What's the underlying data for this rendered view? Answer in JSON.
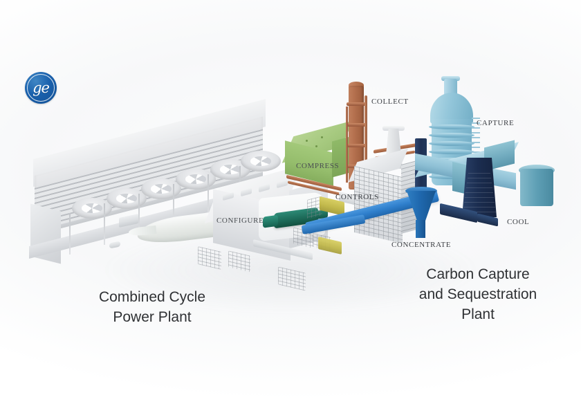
{
  "brand": {
    "logo_name": "ge-monogram",
    "logo_text": "ge",
    "logo_color": "#1a61ad"
  },
  "scene": {
    "title_left": "Combined Cycle\nPower Plant",
    "title_right": "Carbon Capture\nand Sequestration\nPlant",
    "background_color": "#ffffff"
  },
  "callouts": [
    {
      "id": "configure",
      "label": "CONFIGURE",
      "color": "#4a4e52"
    },
    {
      "id": "compress",
      "label": "COMPRESS",
      "color": "#4a4e52"
    },
    {
      "id": "collect",
      "label": "COLLECT",
      "color": "#3c3f44"
    },
    {
      "id": "controls",
      "label": "CONTROLS",
      "color": "#3c3f44"
    },
    {
      "id": "capture",
      "label": "CAPTURE",
      "color": "#3c3f44"
    },
    {
      "id": "concentrate",
      "label": "CONCENTRATE",
      "color": "#3c3f44"
    },
    {
      "id": "cool",
      "label": "COOL",
      "color": "#3c3f44"
    }
  ],
  "palette": {
    "compressor_green": "#a3c97a",
    "column_copper": "#b5714f",
    "capture_blue": "#8ec3d8",
    "conveyor_blue": "#2f7fcc",
    "cooling_navy": "#1e3054",
    "turbine_teal": "#1d6b59",
    "equipment_gray": "#dcdfe2",
    "controls_yellow": "#c2b94c"
  }
}
